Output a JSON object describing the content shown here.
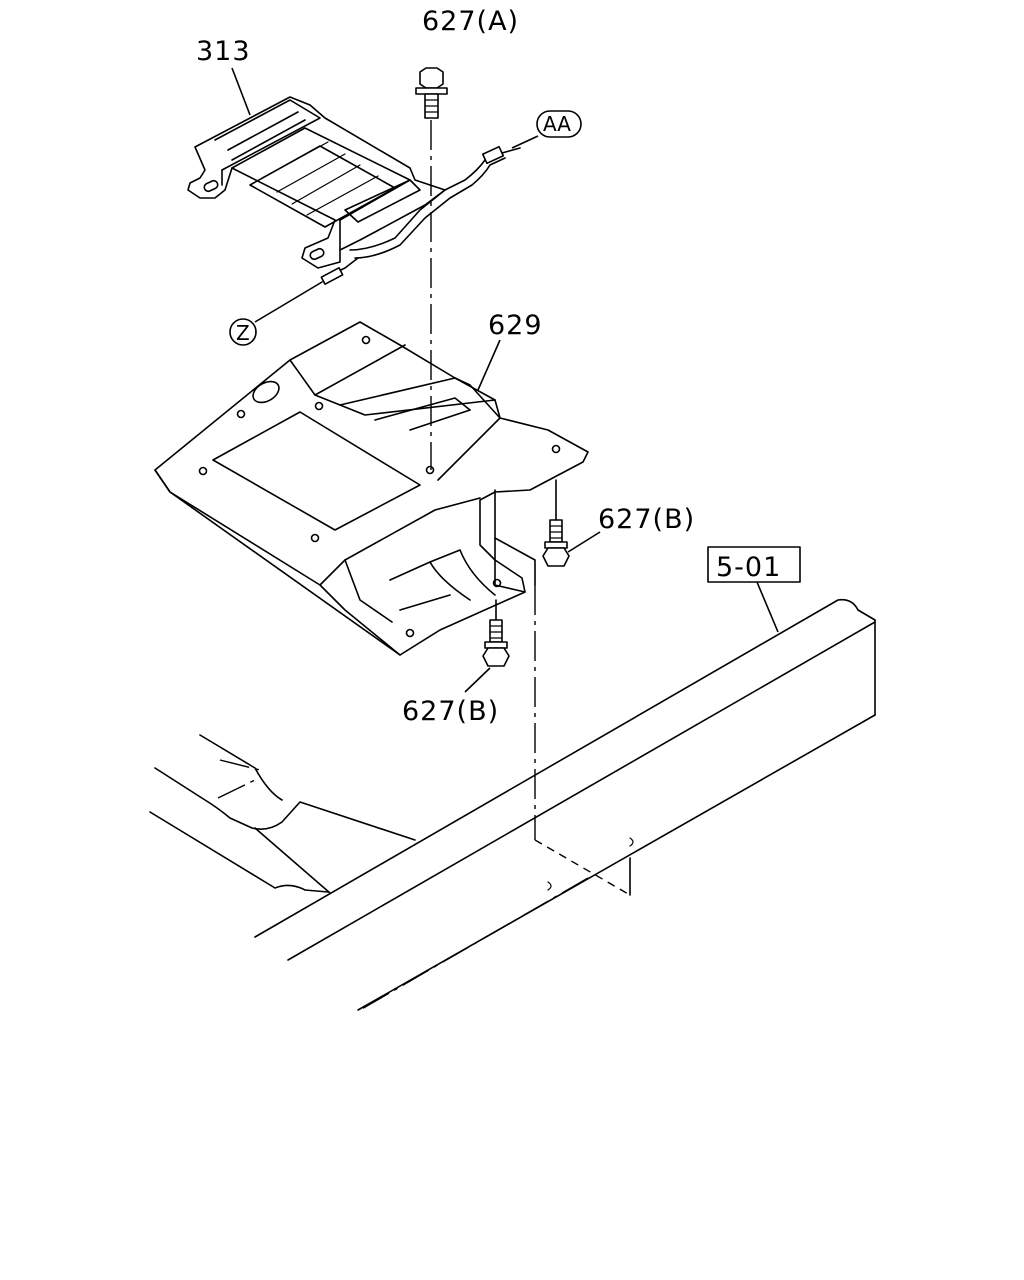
{
  "callouts": {
    "p313": "313",
    "p627a": "627(A)",
    "p629": "629",
    "p627b_right": "627(B)",
    "p627b_bottom": "627(B)",
    "ref_box": "5-01"
  },
  "connectors": {
    "aa": "AA",
    "z": "Z"
  }
}
